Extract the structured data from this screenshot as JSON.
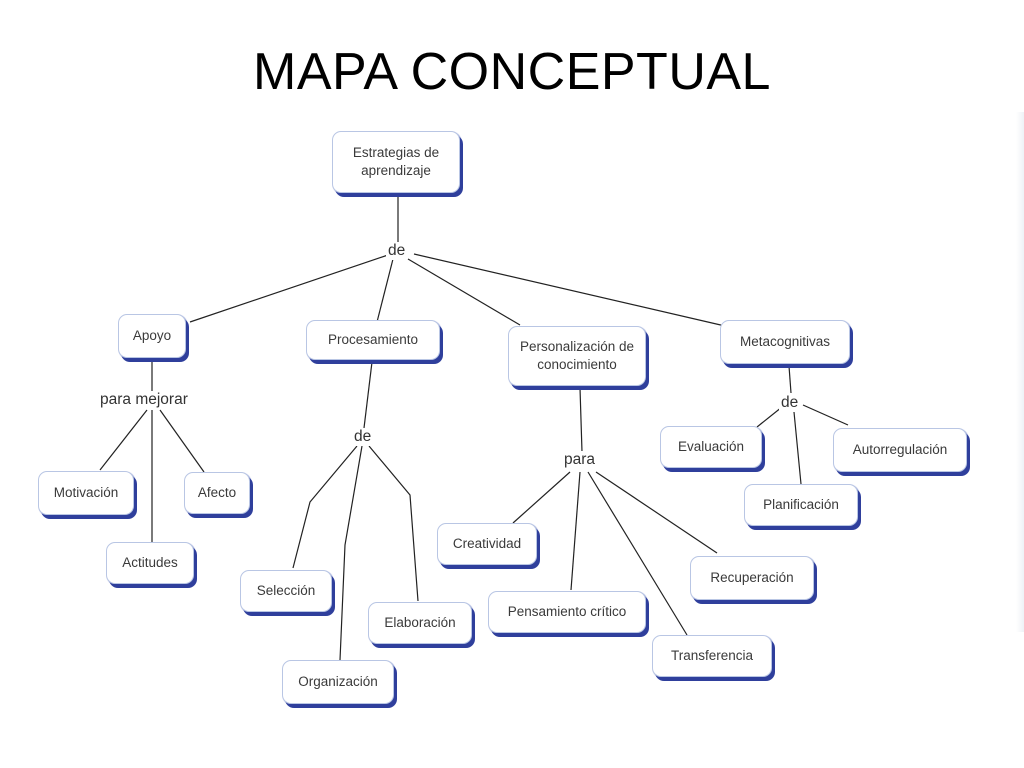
{
  "title": "MAPA CONCEPTUAL",
  "nodes": {
    "estrategias": "Estrategias de aprendizaje",
    "apoyo": "Apoyo",
    "procesamiento": "Procesamiento",
    "personalizacion": "Personalización de conocimiento",
    "metacognitivas": "Metacognitivas",
    "motivacion": "Motivación",
    "actitudes": "Actitudes",
    "afecto": "Afecto",
    "seleccion": "Selección",
    "organizacion": "Organización",
    "elaboracion": "Elaboración",
    "creatividad": "Creatividad",
    "pensamiento": "Pensamiento crítico",
    "transferencia": "Transferencia",
    "recuperacion": "Recuperación",
    "evaluacion": "Evaluación",
    "planificacion": "Planificación",
    "autorregulacion": "Autorregulación"
  },
  "links": {
    "de_main": "de",
    "para_mejorar": "para mejorar",
    "de_proc": "de",
    "para": "para",
    "de_meta": "de"
  },
  "colors": {
    "node_shadow": "#2f3f9c",
    "node_border": "#b9c6e4",
    "edge": "#222222"
  }
}
